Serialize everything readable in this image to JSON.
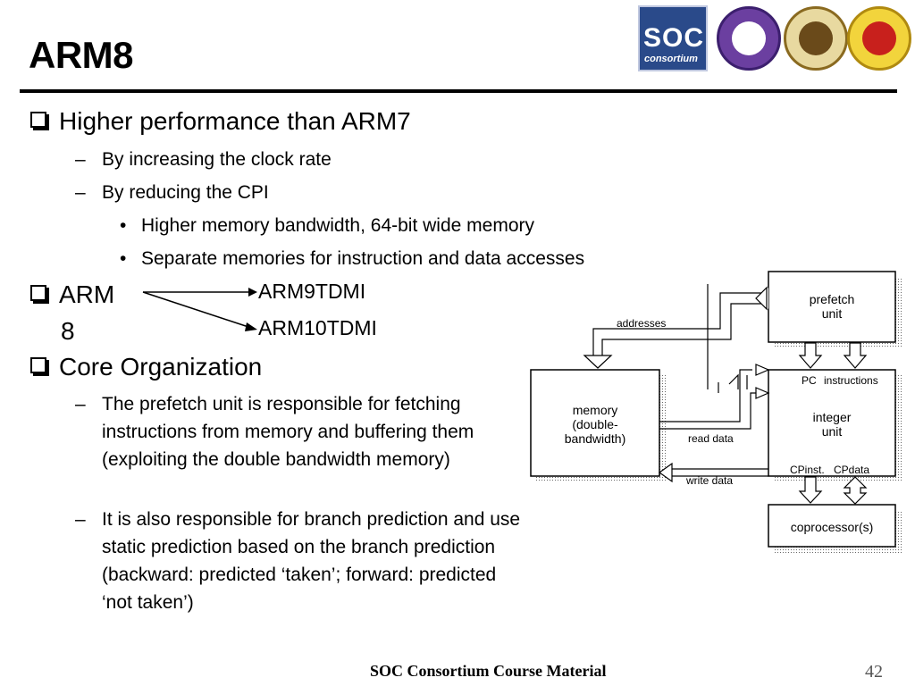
{
  "slide": {
    "title": "ARM8",
    "page_number": "42",
    "footer": "SOC Consortium Course Material"
  },
  "logos": {
    "soc_text": "SOC",
    "consortium_text": "consortium"
  },
  "bullets": {
    "perf": {
      "heading": "Higher performance than ARM7",
      "items": [
        "By increasing the clock rate",
        "By reducing the CPI"
      ],
      "subitems": [
        "Higher memory bandwidth, 64-bit wide memory",
        "Separate memories for instruction and data accesses"
      ]
    },
    "arm8": {
      "label_line1": "ARM",
      "label_line2": "8",
      "targets": [
        "ARM9TDMI",
        "ARM10TDMI"
      ]
    },
    "core": {
      "heading": "Core Organization",
      "items": [
        "The prefetch unit is responsible for fetching instructions from memory and buffering them (exploiting the double bandwidth memory)",
        "It is also responsible for branch prediction and use static prediction based on the branch prediction (backward: predicted ‘taken’; forward: predicted ‘not taken’)"
      ]
    }
  },
  "diagram": {
    "prefetch": [
      "prefetch",
      "unit"
    ],
    "addresses": "addresses",
    "memory": [
      "memory",
      "(double-",
      "bandwidth)"
    ],
    "integer": [
      "integer",
      "unit"
    ],
    "pc": "PC",
    "instructions": "instructions",
    "read_data": "read data",
    "write_data": "write data",
    "cp_inst": "CPinst.",
    "cp_data": "CPdata",
    "coprocessor": "coprocessor(s)"
  }
}
